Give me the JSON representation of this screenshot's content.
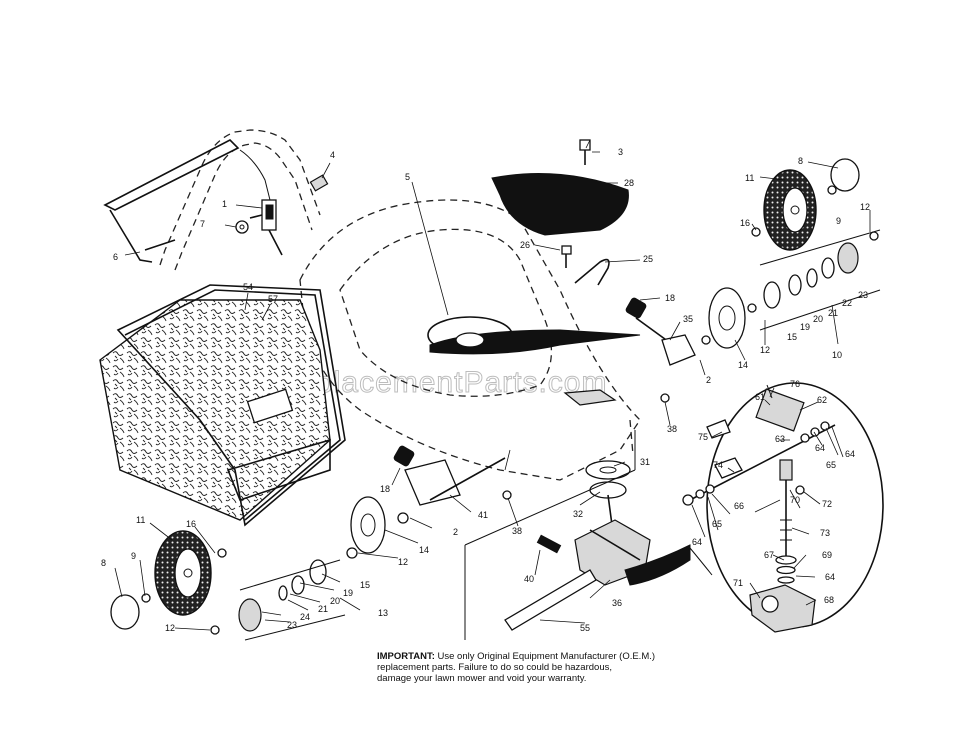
{
  "watermark": "eReplacementParts.com",
  "notice": {
    "heading": "IMPORTANT:",
    "line1": "Use only Original Equipment Manufacturer (O.E.M.)",
    "line2": "replacement parts. Failure to do so could be hazardous,",
    "line3": "damage your lawn mower and void your warranty."
  },
  "callouts": {
    "c1": "1",
    "c2a": "2",
    "c2b": "2",
    "c3": "3",
    "c4": "4",
    "c5": "5",
    "c6": "6",
    "c7": "7",
    "c8a": "8",
    "c8b": "8",
    "c9a": "9",
    "c9b": "9",
    "c10": "10",
    "c11a": "11",
    "c11b": "11",
    "c12a": "12",
    "c12b": "12",
    "c12c": "12",
    "c12d": "12",
    "c13": "13",
    "c14a": "14",
    "c14b": "14",
    "c15a": "15",
    "c15b": "15",
    "c16a": "16",
    "c16b": "16",
    "c18a": "18",
    "c18b": "18",
    "c19a": "19",
    "c19b": "19",
    "c20a": "20",
    "c20b": "20",
    "c21a": "21",
    "c21b": "21",
    "c22": "22",
    "c23a": "23",
    "c23b": "23",
    "c24": "24",
    "c25": "25",
    "c26": "26",
    "c28": "28",
    "c31": "31",
    "c32": "32",
    "c35": "35",
    "c36": "36",
    "c38a": "38",
    "c38b": "38",
    "c40": "40",
    "c41": "41",
    "c54": "54",
    "c55": "55",
    "c57": "57",
    "c61": "61",
    "c62": "62",
    "c63": "63",
    "c64a": "64",
    "c64b": "64",
    "c64c": "64",
    "c64d": "64",
    "c65a": "65",
    "c65b": "65",
    "c66": "66",
    "c67": "67",
    "c68": "68",
    "c69": "69",
    "c70": "70",
    "c71": "71",
    "c72": "72",
    "c73": "73",
    "c74": "74",
    "c75": "75",
    "c76": "76"
  }
}
